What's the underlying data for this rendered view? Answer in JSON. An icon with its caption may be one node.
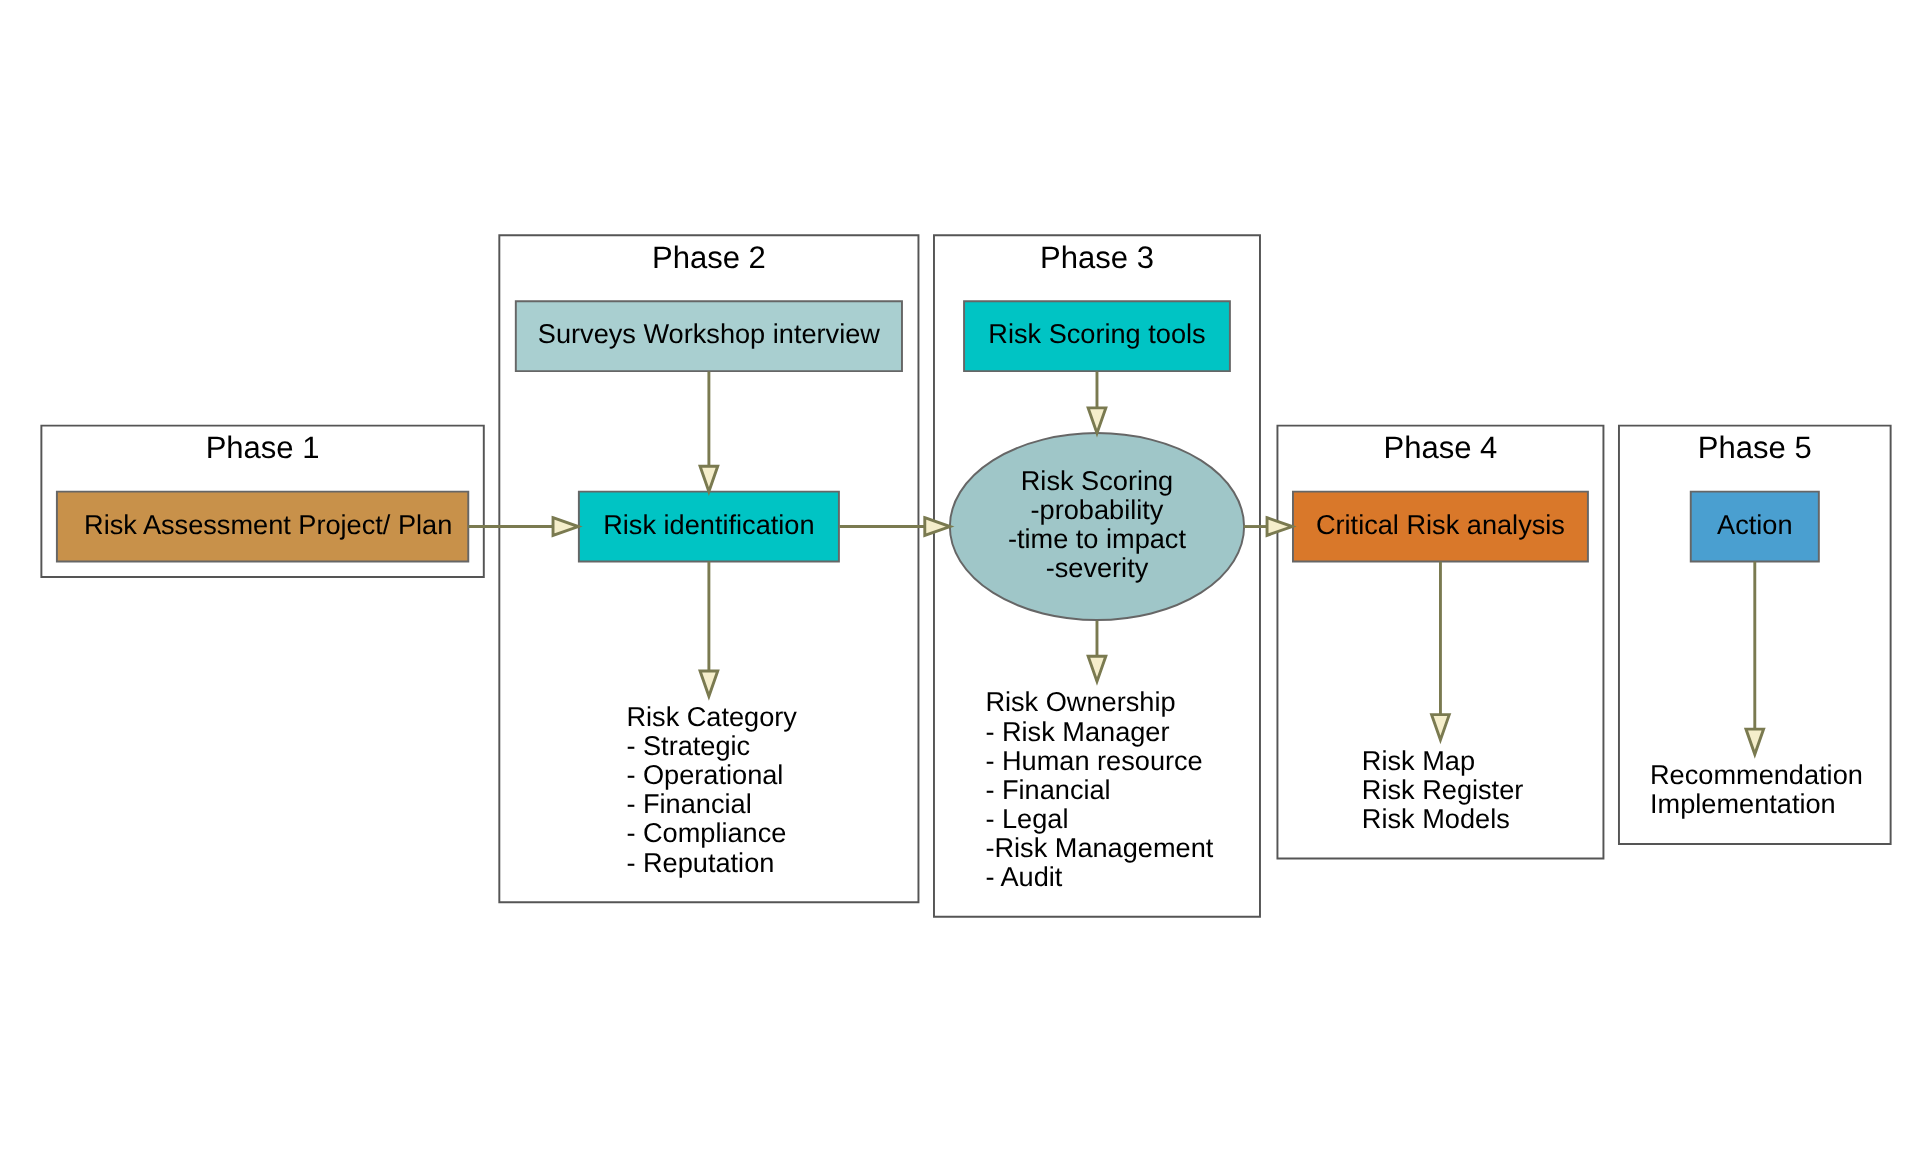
{
  "diagram": {
    "nodes": [
      {
        "text": [
          "Phase 1"
        ]
      },
      {
        "text": [
          "Risk Assessment Project/ Plan"
        ],
        "in": 0
      },
      {
        "text": [
          "Phase 2"
        ]
      },
      {
        "text": [
          "Surveys Workshop interview"
        ],
        "in": 2
      },
      {
        "text": [
          "Risk identification"
        ],
        "in": 2
      },
      {
        "text": [
          "Risk Category",
          "- Strategic",
          "- Operational",
          "- Financial",
          "- Compliance",
          "- Reputation"
        ],
        "in": 2
      },
      {
        "text": [
          "Phase 3"
        ]
      },
      {
        "text": [
          "Risk Scoring tools"
        ],
        "in": 6
      },
      {
        "text": [
          "Risk Scoring",
          "-probability",
          "-time to impact",
          "-severity"
        ],
        "in": 6
      },
      {
        "text": [
          "Risk Ownership",
          "- Risk Manager",
          "- Human resource",
          "- Financial",
          "- Legal",
          "-Risk Management",
          "- Audit"
        ],
        "in": 6
      },
      {
        "text": [
          "Phase 4"
        ]
      },
      {
        "text": [
          "Critical Risk analysis"
        ],
        "in": 10
      },
      {
        "text": [
          "Risk Map",
          "Risk Register",
          "Risk Models"
        ],
        "in": 10
      },
      {
        "text": [
          "Phase 5"
        ]
      },
      {
        "text": [
          "Action"
        ],
        "in": 13
      },
      {
        "text": [
          "Recommendation",
          "Implementation"
        ],
        "in": 13
      }
    ],
    "edges": [
      {
        "from": 1,
        "to": 4,
        "arrow": "to"
      },
      {
        "from": 3,
        "to": 4,
        "arrow": "to"
      },
      {
        "from": 4,
        "to": 5,
        "arrow": "to"
      },
      {
        "from": 4,
        "to": 8,
        "arrow": "to"
      },
      {
        "from": 7,
        "to": 8,
        "arrow": "to"
      },
      {
        "from": 8,
        "to": 9,
        "arrow": "to"
      },
      {
        "from": 8,
        "to": 11,
        "arrow": "to"
      },
      {
        "from": 11,
        "to": 12,
        "arrow": "to"
      },
      {
        "from": 14,
        "to": 15,
        "arrow": "to"
      }
    ]
  }
}
